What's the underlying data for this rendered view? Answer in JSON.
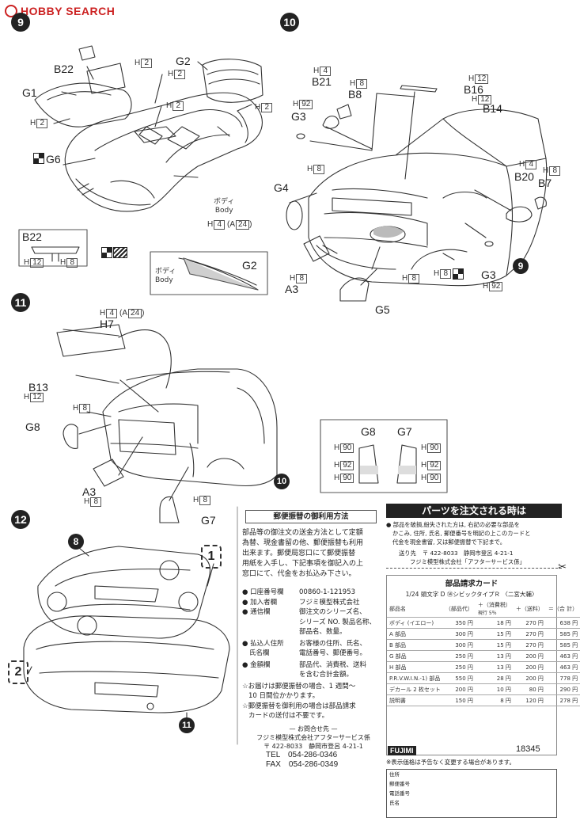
{
  "watermark": {
    "brand": "HOBBY SEARCH"
  },
  "steps": {
    "s9": "9",
    "s10": "10",
    "s11": "11",
    "s12": "12",
    "sub1": "1",
    "sub2": "2",
    "ref9": "9",
    "ref10": "10",
    "ref11": "11",
    "ref8": "8"
  },
  "step9": {
    "B22": "B22",
    "G1": "G1",
    "G2": "G2",
    "G6": "G6",
    "h": "H",
    "n2": "2",
    "body_jp": "ボディ",
    "body_en": "Body",
    "h4": "4",
    "a24_open": "(A",
    "a24": "24",
    "close": ")",
    "inset_b22": "B22",
    "n12": "12",
    "n8": "8",
    "inset_g2": "G2",
    "inset_body_jp": "ボディ",
    "inset_body_en": "Body"
  },
  "step10": {
    "B21": "B21",
    "B8": "B8",
    "G3": "G3",
    "B16": "B16",
    "B14": "B14",
    "G4": "G4",
    "B20": "B20",
    "B7": "B7",
    "A3": "A3",
    "G5": "G5",
    "G3b": "G3",
    "h": "H",
    "n4": "4",
    "n8": "8",
    "n12": "12",
    "n92": "92"
  },
  "step11": {
    "H7": "H7",
    "B13": "B13",
    "G8": "G8",
    "A3": "A3",
    "G7": "G7",
    "h": "H",
    "n4": "4",
    "a24_open": "(A",
    "a24": "24",
    "close": ")",
    "n12": "12",
    "n8": "8",
    "inset_g8": "G8",
    "inset_g7": "G7",
    "n90": "90",
    "n92": "92"
  },
  "postal": {
    "title": "郵便振替の御利用方法",
    "intro1": "部品等の御注文の送金方法として定額",
    "intro2": "為替、現金書留の他、郵便振替も利用",
    "intro3": "出来ます。郵便局窓口にて郵便振替",
    "intro4": "用紙を入手し、下記事項を御記入の上",
    "intro5": "窓口にて、代金をお払込み下さい。",
    "k1": "● 口座番号欄",
    "v1": "00860-1-121953",
    "k2": "● 加入者欄",
    "v2": "フジミ模型株式会社",
    "k3": "● 通信欄",
    "v3a": "御注文のシリーズ名、",
    "v3b": "シリーズ NO. 製品名称、",
    "v3c": "部品名、数量。",
    "k4a": "● 払込人住所",
    "k4b": "氏名欄",
    "v4a": "お客様の住所、氏名、",
    "v4b": "電話番号、郵便番号。",
    "k5": "● 金額欄",
    "v5a": "部品代、消費税、送料",
    "v5b": "を含む合計金額。",
    "note1a": "☆お届けは郵便振替の場合、1 週間〜",
    "note1b": "10 日間位かかります。",
    "note2a": "☆郵便振替を御利用の場合は部品請求",
    "note2b": "カードの送付は不要です。",
    "contact": "— お問合せ先 —",
    "company": "フジミ模型株式会社アフターサービス係",
    "address": "〒 422-8033　静岡市登呂 4-21-1",
    "tel": "TEL　054-286-0346",
    "fax": "FAX　054-286-0349"
  },
  "order": {
    "banner": "パーツを注文される時は",
    "p1": "● 部品を破損,紛失された方は, 右記の必要な部品を",
    "p2": "かこみ, 住所, 氏名, 郵便番号を明記の上このカードと",
    "p3": "代金を現金書留, 又は郵便振替で下記まで。",
    "send_label": "送り先",
    "send_addr": "〒 422-8033　静岡市登呂 4-21-1",
    "send_co": "フジミ模型株式会社「アフターサービス係」",
    "card_title": "部品請求カード",
    "card_product": "1/24 頭文字 D ⑭シビックタイプＲ 〈二宮大輔〉",
    "h_name": "部品名",
    "h_price": "（部品代）",
    "h_tax": "＋（消費税）",
    "h_tax2": "現行 5％",
    "h_ship": "＋（送料）",
    "h_total": "＝（合 計）",
    "rows": [
      {
        "name": "ボディ (イエロー)",
        "p": "350 円",
        "t": "18 円",
        "s": "270 円",
        "x": "638 円"
      },
      {
        "name": "A 部品",
        "p": "300 円",
        "t": "15 円",
        "s": "270 円",
        "x": "585 円"
      },
      {
        "name": "B 部品",
        "p": "300 円",
        "t": "15 円",
        "s": "270 円",
        "x": "585 円"
      },
      {
        "name": "G 部品",
        "p": "250 円",
        "t": "13 円",
        "s": "200 円",
        "x": "463 円"
      },
      {
        "name": "H 部品",
        "p": "250 円",
        "t": "13 円",
        "s": "200 円",
        "x": "463 円"
      },
      {
        "name": "P.R.V.W.I.N.-1) 部品",
        "p": "550 円",
        "t": "28 円",
        "s": "200 円",
        "x": "778 円"
      },
      {
        "name": "デカール 2 枚セット",
        "p": "200 円",
        "t": "10 円",
        "s": "80 円",
        "x": "290 円"
      },
      {
        "name": "説明書",
        "p": "150 円",
        "t": "8 円",
        "s": "120 円",
        "x": "278 円"
      }
    ],
    "notice": "※表示価格は予告なく変更する場合があります。",
    "f_addr": "住所",
    "f_zip": "郵便番号",
    "f_tel": "電話番号",
    "f_name": "氏名",
    "logo": "FUJIMI",
    "code": "18345"
  }
}
